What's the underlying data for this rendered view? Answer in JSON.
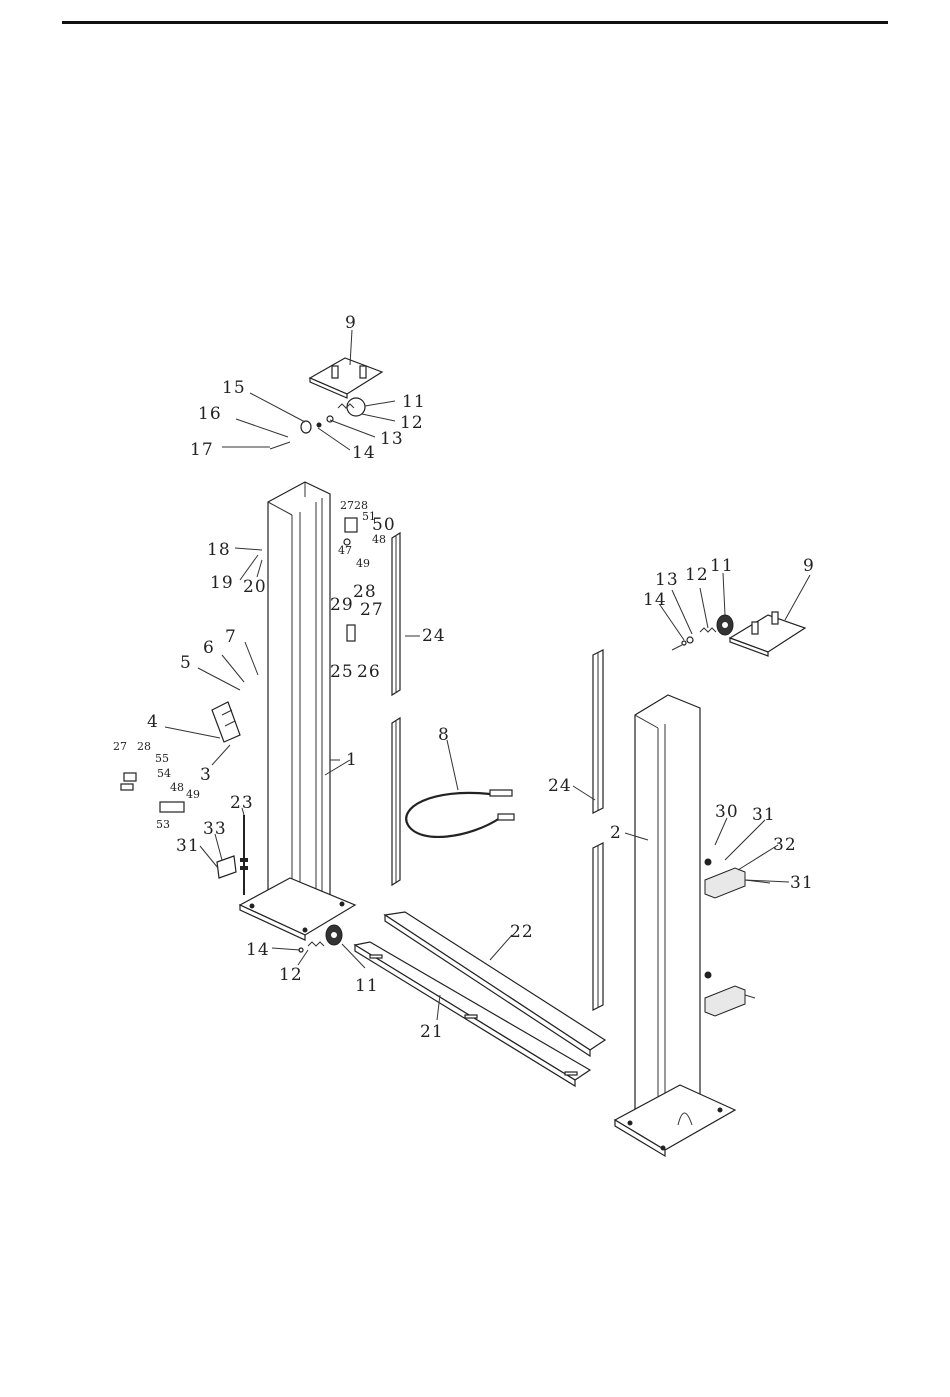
{
  "labels": {
    "p9_top": "9",
    "p15": "15",
    "p11_top": "11",
    "p16": "16",
    "p12_top": "12",
    "p13_top": "13",
    "p17": "17",
    "p14_top": "14",
    "p27_a": "27",
    "p28_a": "28",
    "p51": "51",
    "p50": "50",
    "p48_a": "48",
    "p47": "47",
    "p49_a": "49",
    "p18": "18",
    "p19": "19",
    "p20": "20",
    "p28_b": "28",
    "p29": "29",
    "p27_b": "27",
    "p25": "25",
    "p26": "26",
    "p24_a": "24",
    "p7": "7",
    "p6": "6",
    "p5": "5",
    "p4": "4",
    "p3": "3",
    "p27_c": "27",
    "p28_c": "28",
    "p55": "55",
    "p54": "54",
    "p48_b": "48",
    "p49_b": "49",
    "p53": "53",
    "p23": "23",
    "p33": "33",
    "p31_a": "31",
    "p1": "1",
    "p8": "8",
    "p24_b": "24",
    "p2": "2",
    "p13_r": "13",
    "p12_r": "12",
    "p11_r": "11",
    "p9_r": "9",
    "p14_r": "14",
    "p30": "30",
    "p31_b": "31",
    "p32": "32",
    "p31_c": "31",
    "p22": "22",
    "p21": "21",
    "p14_b": "14",
    "p12_b": "12",
    "p11_b": "11"
  }
}
